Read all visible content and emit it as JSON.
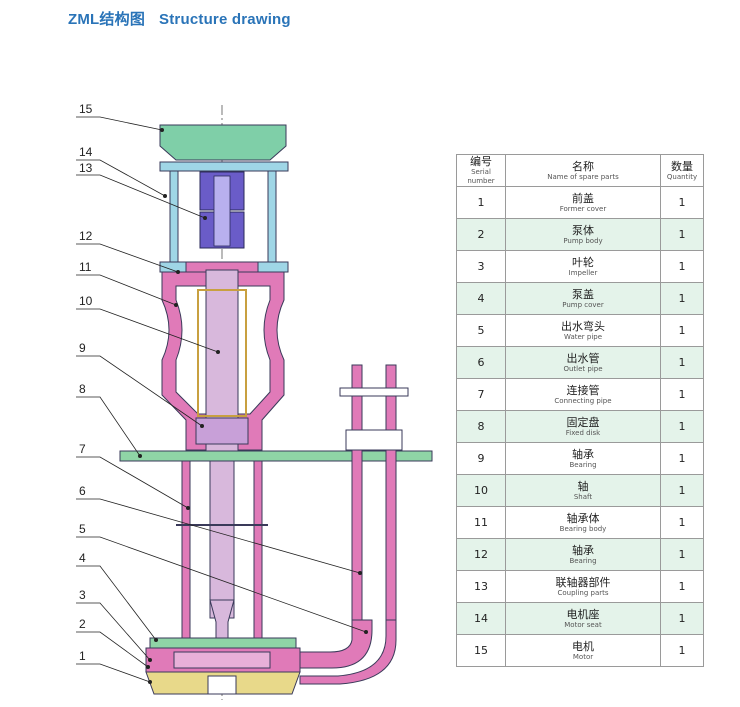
{
  "title": {
    "cn": "ZML结构图",
    "en": "Structure drawing"
  },
  "callouts": [
    "15",
    "14",
    "13",
    "12",
    "11",
    "10",
    "9",
    "8",
    "7",
    "6",
    "5",
    "4",
    "3",
    "2",
    "1"
  ],
  "table": {
    "headers": [
      {
        "cn": "编号",
        "en": "Serial number"
      },
      {
        "cn": "名称",
        "en": "Name of spare parts"
      },
      {
        "cn": "数量",
        "en": "Quantity"
      }
    ],
    "rows": [
      {
        "no": "1",
        "cn": "前盖",
        "en": "Former cover",
        "qty": "1"
      },
      {
        "no": "2",
        "cn": "泵体",
        "en": "Pump body",
        "qty": "1"
      },
      {
        "no": "3",
        "cn": "叶轮",
        "en": "Impeller",
        "qty": "1"
      },
      {
        "no": "4",
        "cn": "泵盖",
        "en": "Pump cover",
        "qty": "1"
      },
      {
        "no": "5",
        "cn": "出水弯头",
        "en": "Water pipe",
        "qty": "1"
      },
      {
        "no": "6",
        "cn": "出水管",
        "en": "Outlet pipe",
        "qty": "1"
      },
      {
        "no": "7",
        "cn": "连接管",
        "en": "Connecting pipe",
        "qty": "1"
      },
      {
        "no": "8",
        "cn": "固定盘",
        "en": "Fixed disk",
        "qty": "1"
      },
      {
        "no": "9",
        "cn": "轴承",
        "en": "Bearing",
        "qty": "1"
      },
      {
        "no": "10",
        "cn": "轴",
        "en": "Shaft",
        "qty": "1"
      },
      {
        "no": "11",
        "cn": "轴承体",
        "en": "Bearing body",
        "qty": "1"
      },
      {
        "no": "12",
        "cn": "轴承",
        "en": "Bearing",
        "qty": "1"
      },
      {
        "no": "13",
        "cn": "联轴器部件",
        "en": "Coupling parts",
        "qty": "1"
      },
      {
        "no": "14",
        "cn": "电机座",
        "en": "Motor seat",
        "qty": "1"
      },
      {
        "no": "15",
        "cn": "电机",
        "en": "Motor",
        "qty": "1"
      }
    ]
  },
  "colors": {
    "title": "#2a74b8",
    "motor": "#7fcfa8",
    "seat": "#9fd6e6",
    "body": "#e07ab8",
    "pipe": "#c35ea0",
    "shaft": "#d8b8dc",
    "coupling": "#6a5cc8",
    "cover": "#e8d98a",
    "plate": "#8fd4a6",
    "outline": "#3a3a5a",
    "row_alt": "#e4f3ea"
  }
}
